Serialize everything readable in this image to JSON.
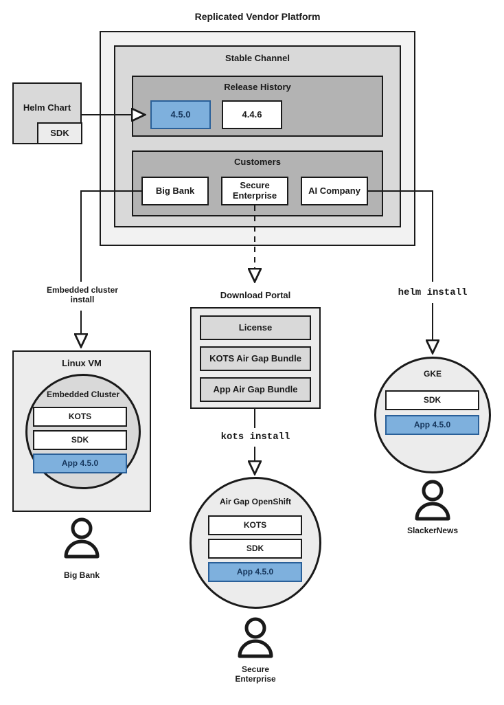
{
  "diagram": {
    "title": "Replicated Vendor Platform",
    "platform": {
      "channel_title": "Stable Channel",
      "release_history": {
        "title": "Release History",
        "releases": [
          {
            "version": "4.5.0",
            "highlighted": true
          },
          {
            "version": "4.4.6",
            "highlighted": false
          }
        ]
      },
      "customers": {
        "title": "Customers",
        "items": [
          "Big Bank",
          "Secure\nEnterprise",
          "AI Company"
        ]
      }
    },
    "helm_chart": {
      "label": "Helm Chart",
      "sdk_label": "SDK"
    },
    "edge_labels": {
      "embedded": "Embedded cluster\ninstall",
      "kots": "kots install",
      "helm": "helm install"
    },
    "download_portal": {
      "title": "Download Portal",
      "items": [
        "License",
        "KOTS Air Gap Bundle",
        "App Air Gap Bundle"
      ]
    },
    "targets": [
      {
        "id": "linux-vm",
        "title": "Linux VM",
        "inner_title": "Embedded Cluster",
        "components": [
          {
            "label": "KOTS",
            "highlighted": false
          },
          {
            "label": "SDK",
            "highlighted": false
          },
          {
            "label": "App 4.5.0",
            "highlighted": true
          }
        ],
        "customer": "Big Bank"
      },
      {
        "id": "air-gap-openshift",
        "title": "Air Gap OpenShift",
        "components": [
          {
            "label": "KOTS",
            "highlighted": false
          },
          {
            "label": "SDK",
            "highlighted": false
          },
          {
            "label": "App 4.5.0",
            "highlighted": true
          }
        ],
        "customer": "Secure\nEnterprise"
      },
      {
        "id": "gke",
        "title": "GKE",
        "components": [
          {
            "label": "SDK",
            "highlighted": false
          },
          {
            "label": "App 4.5.0",
            "highlighted": true
          }
        ],
        "customer": "SlackerNews"
      }
    ],
    "colors": {
      "accent_blue_fill": "#7eb0dd",
      "accent_blue_border": "#2a6099",
      "accent_blue_text": "#16365c",
      "stroke": "#1a1a1a",
      "outer_fill": "#f2f2f2",
      "mid_fill": "#d9d9d9",
      "inner_fill": "#b3b3b3",
      "light_fill": "#ececec"
    }
  }
}
